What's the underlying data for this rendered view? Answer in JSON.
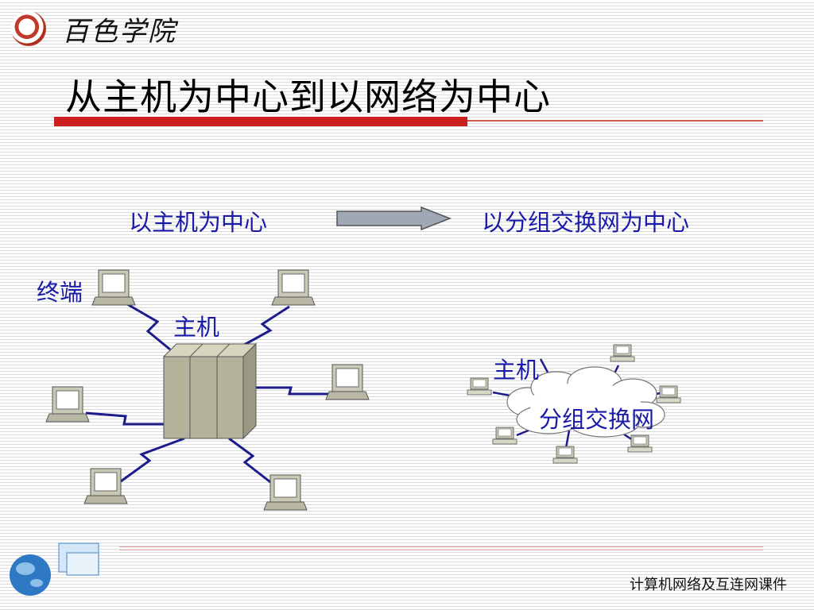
{
  "header": {
    "logo_text": "百色学院"
  },
  "title": "从主机为中心到以网络为中心",
  "arrow_row": {
    "left_label": "以主机为中心",
    "right_label": "以分组交换网为中心"
  },
  "left_diagram": {
    "terminal_label": "终端",
    "host_label": "主机"
  },
  "right_diagram": {
    "host_label": "主机",
    "network_label": "分组交换网"
  },
  "footer": {
    "text": "计算机网络及互连网课件"
  },
  "colors": {
    "accent_red": "#cc1f1f",
    "text_blue": "#1a1aa8",
    "link_navy": "#1c1c8c",
    "device_fill": "#b3b39a"
  }
}
